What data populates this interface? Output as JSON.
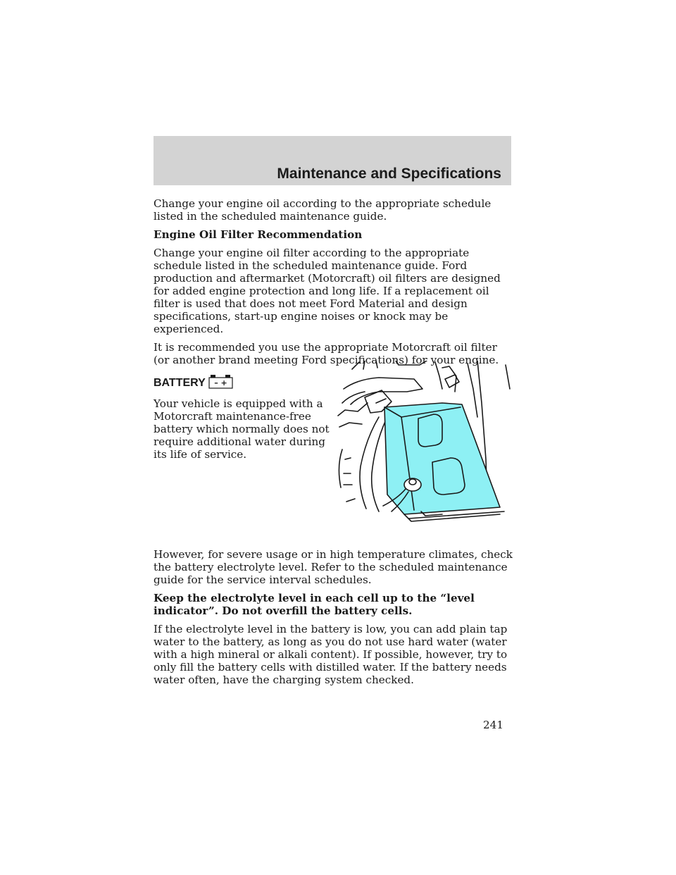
{
  "header": {
    "section_title": "Maintenance and Specifications"
  },
  "content": {
    "p1": "Change your engine oil according to the appropriate schedule listed in the scheduled maintenance guide.",
    "heading_filter": "Engine Oil Filter Recommendation",
    "p2": "Change your engine oil filter according to the appropriate schedule listed in the scheduled maintenance guide. Ford production and aftermarket (Motorcraft) oil filters are designed for added engine protection and long life. If a replacement oil filter is used that does not meet Ford Material and design specifications, start-up engine noises or knock may be experienced.",
    "p3": "It is recommended you use the appropriate Motorcraft oil filter (or another brand meeting Ford specifications) for your engine.",
    "battery_heading": "BATTERY",
    "battery_icon_symbols": "– +",
    "battery_intro": "Your vehicle is equipped with a Motorcraft maintenance-free battery which normally does not require additional water during its life of service.",
    "p4": "However, for severe usage or in high temperature climates, check the battery electrolyte level. Refer to the scheduled maintenance guide for the service interval schedules.",
    "warning": "Keep the electrolyte level in each cell up to the “level indicator”. Do not overfill the battery cells.",
    "p5": "If the electrolyte level in the battery is low, you can add plain tap water to the battery, as long as you do not use hard water (water with a high mineral or alkali content). If possible, however, try to only fill the battery cells with distilled water. If the battery needs water often, have the charging system checked."
  },
  "figure": {
    "battery_color": "#8ef0f4",
    "line_color": "#1a1a1a"
  },
  "footer": {
    "page_number": "241"
  }
}
